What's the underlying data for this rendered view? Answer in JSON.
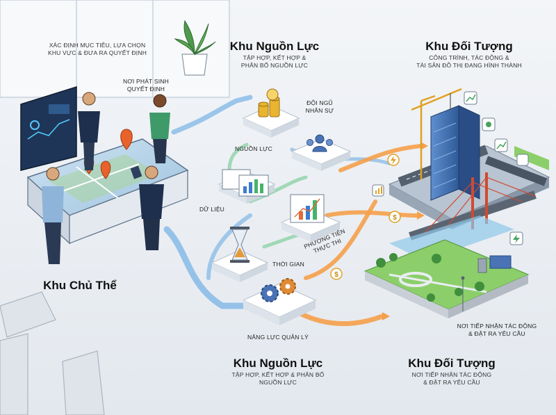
{
  "subject_zone": {
    "title": "Khu Chủ Thể",
    "note_line1": "XÁC ĐỊNH MỤC TIÊU, LỰA CHỌN",
    "note_line2": "KHU VỰC & ĐƯA RA QUYẾT ĐỊNH",
    "decision_line1": "NƠI PHÁT SINH",
    "decision_line2": "QUYẾT ĐỊNH"
  },
  "resource_zone_top": {
    "title": "Khu Nguồn Lực",
    "sub_line1": "TẬP HỢP, KẾT HỢP &",
    "sub_line2": "PHÂN BỔ NGUỒN LỰC"
  },
  "target_zone_top": {
    "title": "Khu Đối Tượng",
    "sub_line1": "CÔNG TRÌNH, TÁC ĐỘNG &",
    "sub_line2": "TÀI SẢN ĐÔ THỊ ĐANG HÌNH THÀNH"
  },
  "resource_nodes": {
    "staff_line1": "ĐỘI NGŨ",
    "staff_line2": "NHÂN SỰ",
    "resources": "NGUỒN LỰC",
    "data": "DỮ LIỆU",
    "means_line1": "PHƯƠNG TIỆN",
    "means_line2": "THỰC THI",
    "time": "THỜI GIAN",
    "management": "NĂNG LỰC QUẢN LÝ"
  },
  "receiver_note": {
    "line1": "NƠI TIẾP NHẬN TÁC ĐỘNG",
    "line2": "& ĐẶT RA YÊU CẦU"
  },
  "resource_zone_bottom": {
    "title": "Khu Nguồn Lực",
    "sub_line1": "TẬP HỢP, KẾT HỢP & PHÂN BỔ",
    "sub_line2": "NGUỒN LỰC"
  },
  "target_zone_bottom": {
    "title": "Khu Đối Tượng",
    "sub_line1": "NƠI TIẾP NHẬN TÁC ĐỘNG",
    "sub_line2": "& ĐẶT RA YÊU CẦU"
  },
  "colors": {
    "flow_blue": "#7fb6e6",
    "flow_green": "#8fd2a8",
    "flow_orange": "#f5a04a",
    "panel_white": "#ffffff",
    "panel_edge": "#b9c3cf",
    "grass": "#8ccf6a",
    "building": "#3f6fb0",
    "crane": "#e0a020"
  },
  "icons": [
    "coins-icon",
    "team-icon",
    "bar-chart-icon",
    "hourglass-icon",
    "gears-icon",
    "lightning-icon",
    "dollar-icon",
    "map-pin-icon",
    "crane-icon",
    "plant-icon"
  ]
}
